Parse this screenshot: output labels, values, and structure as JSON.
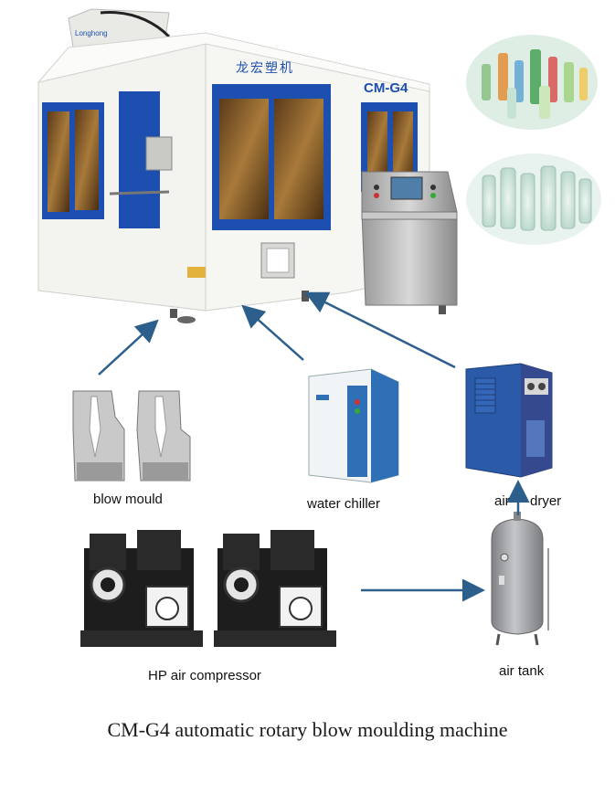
{
  "machine": {
    "sign_text": "龙宏塑机",
    "model_text": "CM-G4",
    "logo_text": "Longhong"
  },
  "equipment": {
    "blow_mould": "blow mould",
    "water_chiller": "water chiller",
    "air_dryer_left": "air",
    "air_dryer_right": "dryer",
    "hp_air_compressor": "HP air compressor",
    "air_tank": "air tank"
  },
  "caption": "CM-G4 automatic rotary blow moulding machine",
  "colors": {
    "arrow": "#2d5f8c",
    "machine_blue": "#1c4fb0",
    "machine_white": "#f2f2f0",
    "chiller_blue": "#2f6fb5",
    "dryer_blue": "#2b5aa8",
    "compressor_black": "#1d1d1d",
    "tank_gray": "#a9abae"
  }
}
